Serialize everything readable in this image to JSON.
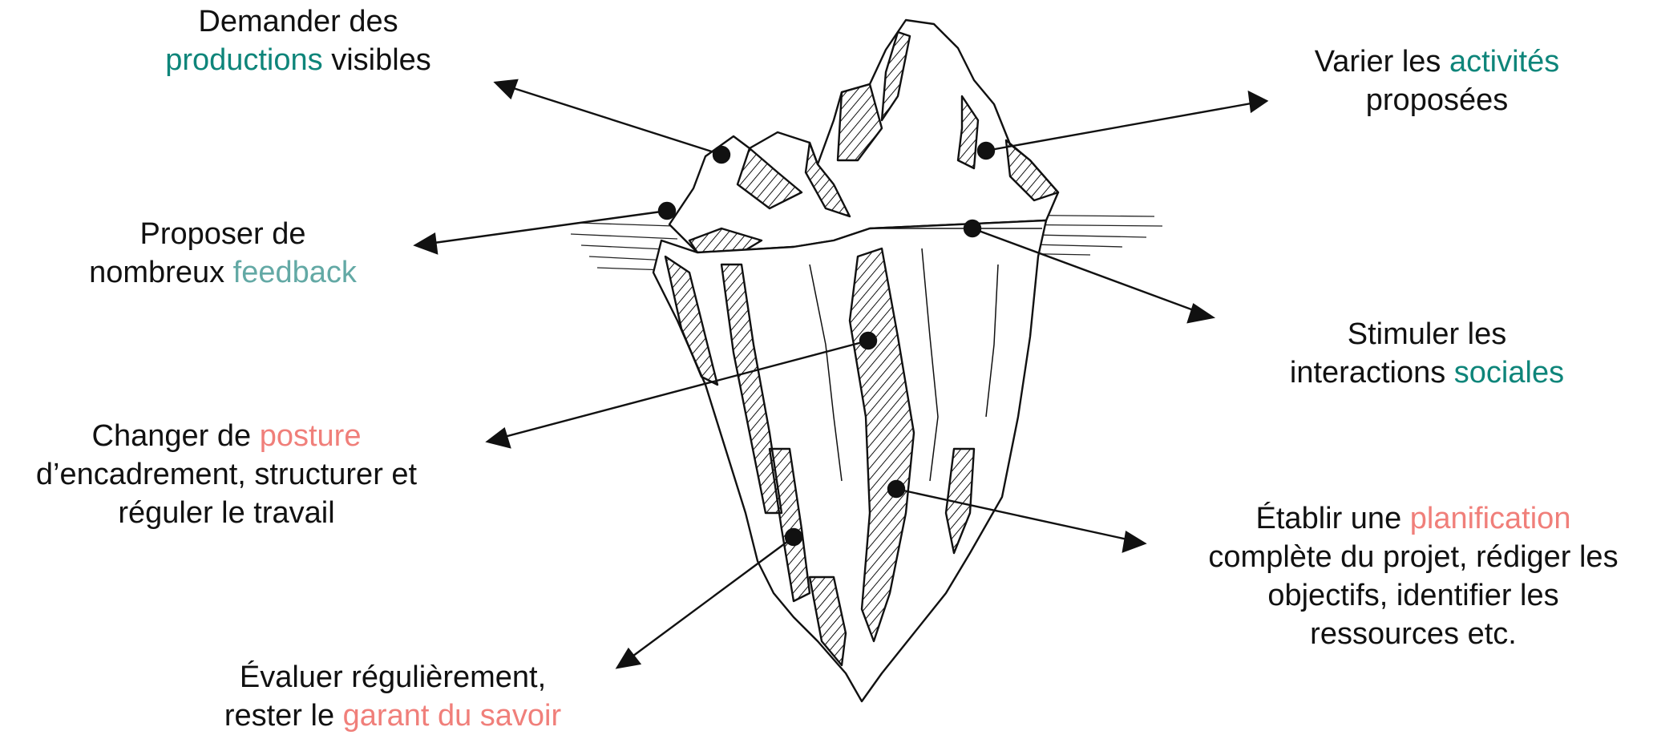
{
  "colors": {
    "text": "#111111",
    "teal": "#0e857a",
    "teal_light": "#63a9a5",
    "salmon": "#f07f7a",
    "ink": "#111111"
  },
  "illustration": {
    "icon": "iceberg-sketch"
  },
  "labels": {
    "productions": {
      "line1": "Demander des",
      "highlight": "productions",
      "rest": " visibles"
    },
    "activites": {
      "pre": "Varier les ",
      "highlight": "activités",
      "line2": "proposées"
    },
    "feedback": {
      "line1": "Proposer de",
      "pre": "nombreux ",
      "highlight": "feedback"
    },
    "sociales": {
      "line1": "Stimuler les",
      "pre": "interactions ",
      "highlight": "sociales"
    },
    "posture": {
      "pre": "Changer de ",
      "highlight": "posture",
      "line2": "d’encadrement, structurer et",
      "line3": "réguler le travail"
    },
    "planification": {
      "pre": "Établir une ",
      "highlight": "planification",
      "line2": "complète du projet, rédiger les",
      "line3": "objectifs, identifier les",
      "line4": "ressources etc."
    },
    "garant": {
      "line1": "Évaluer régulièrement,",
      "pre": "rester le ",
      "highlight": "garant du savoir"
    }
  }
}
